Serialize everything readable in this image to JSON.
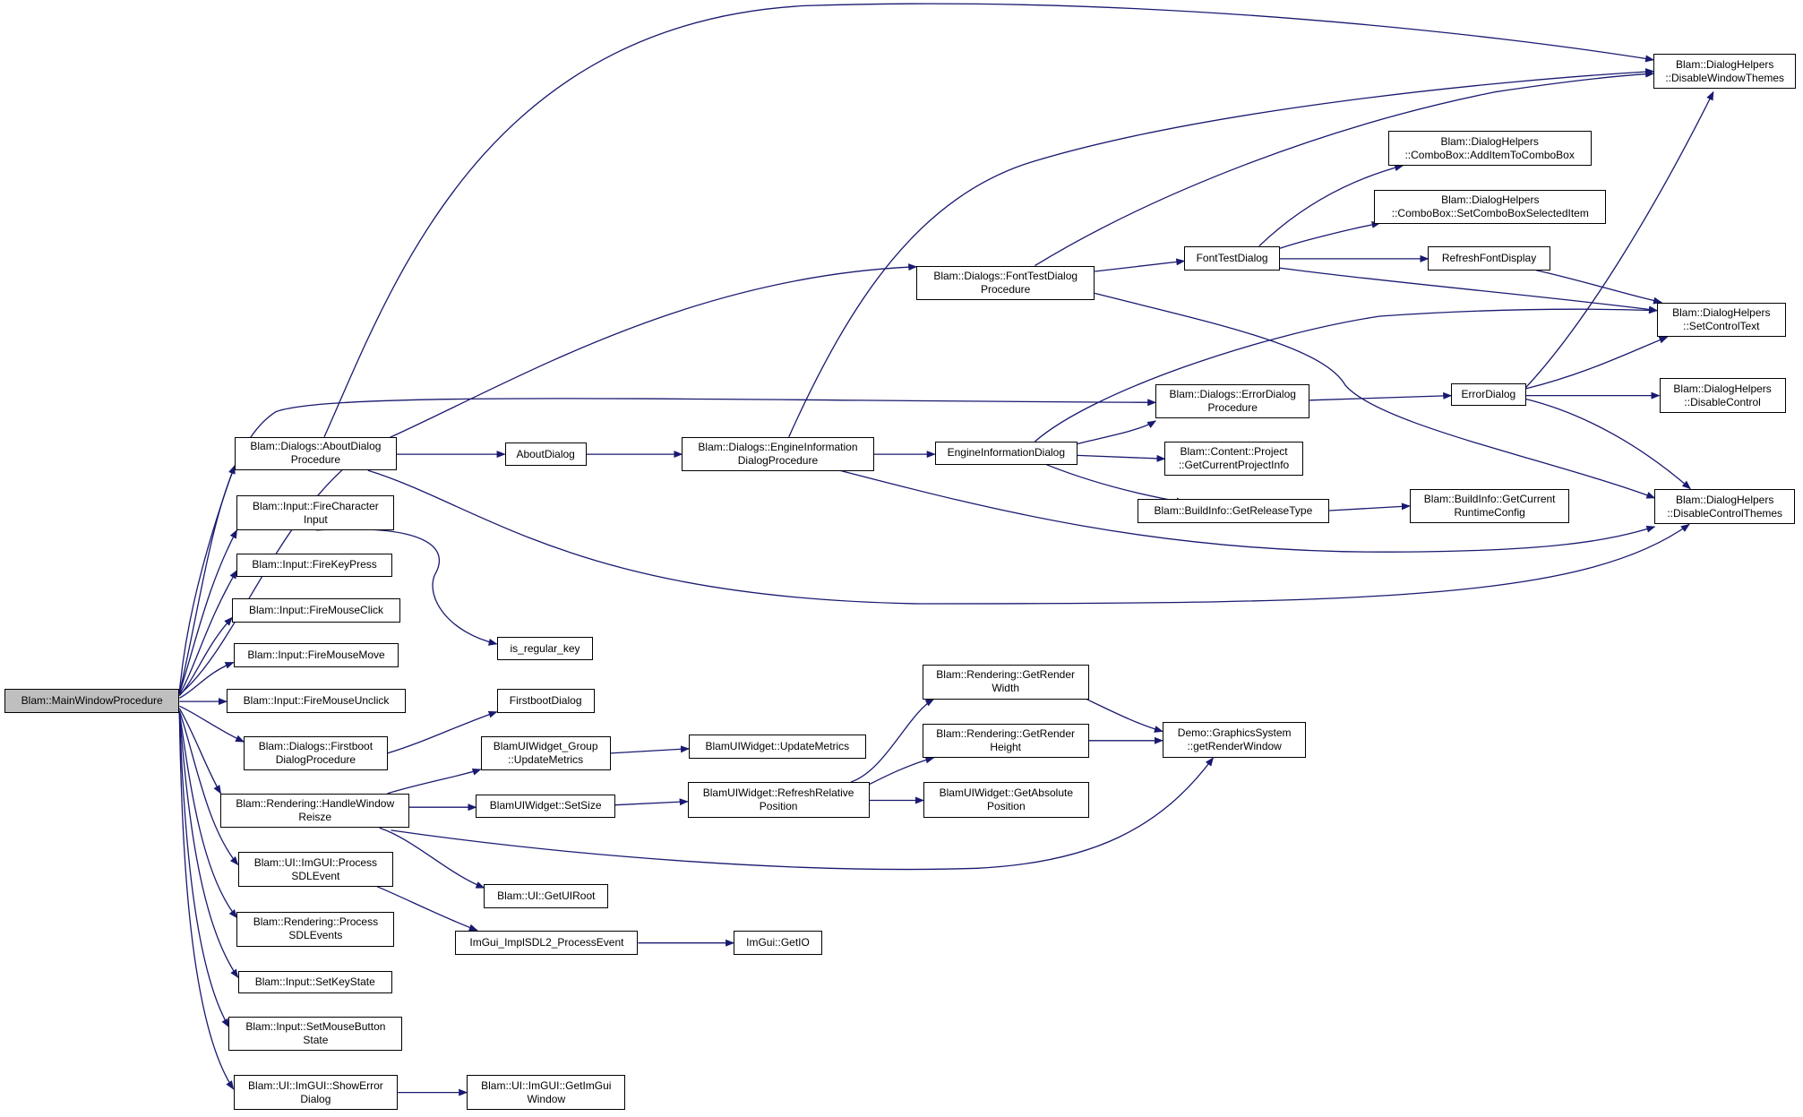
{
  "colors": {
    "edge": "#191970",
    "node_border": "#000000",
    "root_fill": "#bfbfbf",
    "node_fill": "#ffffff"
  },
  "nodes": [
    {
      "id": "main",
      "label": "Blam::MainWindowProcedure",
      "root": true
    },
    {
      "id": "aboutproc",
      "label": "Blam::Dialogs::AboutDialog\nProcedure"
    },
    {
      "id": "firechar",
      "label": "Blam::Input::FireCharacter\nInput"
    },
    {
      "id": "firekey",
      "label": "Blam::Input::FireKeyPress"
    },
    {
      "id": "mouseclick",
      "label": "Blam::Input::FireMouseClick"
    },
    {
      "id": "mousemove",
      "label": "Blam::Input::FireMouseMove"
    },
    {
      "id": "mouseunclick",
      "label": "Blam::Input::FireMouseUnclick"
    },
    {
      "id": "firstbootproc",
      "label": "Blam::Dialogs::Firstboot\nDialogProcedure"
    },
    {
      "id": "handleresize",
      "label": "Blam::Rendering::HandleWindow\nReisze"
    },
    {
      "id": "imguiprocess",
      "label": "Blam::UI::ImGUI::Process\nSDLEvent"
    },
    {
      "id": "renderprocess",
      "label": "Blam::Rendering::Process\nSDLEvents"
    },
    {
      "id": "setkeystate",
      "label": "Blam::Input::SetKeyState"
    },
    {
      "id": "setmouse",
      "label": "Blam::Input::SetMouseButton\nState"
    },
    {
      "id": "showerror",
      "label": "Blam::UI::ImGUI::ShowError\nDialog"
    },
    {
      "id": "getimguiwin",
      "label": "Blam::UI::ImGUI::GetImGui\nWindow"
    },
    {
      "id": "isregular",
      "label": "is_regular_key"
    },
    {
      "id": "aboutdialog",
      "label": "AboutDialog"
    },
    {
      "id": "engineproc",
      "label": "Blam::Dialogs::EngineInformation\nDialogProcedure"
    },
    {
      "id": "enginedialog",
      "label": "EngineInformationDialog"
    },
    {
      "id": "fonttestproc",
      "label": "Blam::Dialogs::FontTestDialog\nProcedure"
    },
    {
      "id": "fonttest",
      "label": "FontTestDialog"
    },
    {
      "id": "refreshfont",
      "label": "RefreshFontDisplay"
    },
    {
      "id": "additem",
      "label": "Blam::DialogHelpers\n::ComboBox::AddItemToComboBox"
    },
    {
      "id": "setcombosel",
      "label": "Blam::DialogHelpers\n::ComboBox::SetComboBoxSelectedItem"
    },
    {
      "id": "disablethemes",
      "label": "Blam::DialogHelpers\n::DisableWindowThemes"
    },
    {
      "id": "setcontroltext",
      "label": "Blam::DialogHelpers\n::SetControlText"
    },
    {
      "id": "disablecontrol",
      "label": "Blam::DialogHelpers\n::DisableControl"
    },
    {
      "id": "disablecontrolthemes",
      "label": "Blam::DialogHelpers\n::DisableControlThemes"
    },
    {
      "id": "errorproc",
      "label": "Blam::Dialogs::ErrorDialog\nProcedure"
    },
    {
      "id": "errordialog",
      "label": "ErrorDialog"
    },
    {
      "id": "getproject",
      "label": "Blam::Content::Project\n::GetCurrentProjectInfo"
    },
    {
      "id": "getrelease",
      "label": "Blam::BuildInfo::GetReleaseType"
    },
    {
      "id": "getruntime",
      "label": "Blam::BuildInfo::GetCurrent\nRuntimeConfig"
    },
    {
      "id": "firstbootdialog",
      "label": "FirstbootDialog"
    },
    {
      "id": "groupupdate",
      "label": "BlamUIWidget_Group\n::UpdateMetrics"
    },
    {
      "id": "widgetupdate",
      "label": "BlamUIWidget::UpdateMetrics"
    },
    {
      "id": "setsize",
      "label": "BlamUIWidget::SetSize"
    },
    {
      "id": "refreshrel",
      "label": "BlamUIWidget::RefreshRelative\nPosition"
    },
    {
      "id": "getabs",
      "label": "BlamUIWidget::GetAbsolute\nPosition"
    },
    {
      "id": "renderwidth",
      "label": "Blam::Rendering::GetRender\nWidth"
    },
    {
      "id": "renderheight",
      "label": "Blam::Rendering::GetRender\nHeight"
    },
    {
      "id": "getrenderwin",
      "label": "Demo::GraphicsSystem\n::getRenderWindow"
    },
    {
      "id": "getuiroot",
      "label": "Blam::UI::GetUIRoot"
    },
    {
      "id": "sdl2process",
      "label": "ImGui_ImplSDL2_ProcessEvent"
    },
    {
      "id": "getio",
      "label": "ImGui::GetIO"
    }
  ]
}
